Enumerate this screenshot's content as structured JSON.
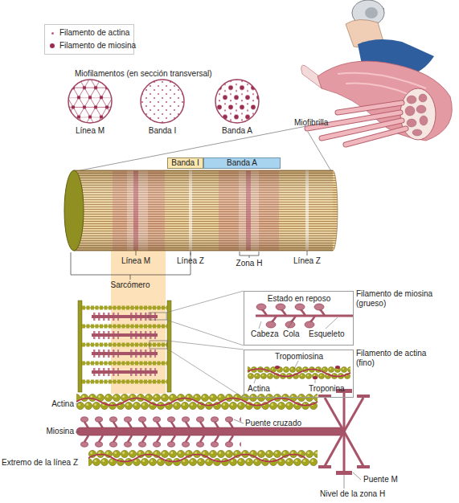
{
  "diagram": {
    "nodes": [
      {
        "text": [
          "Banda I"
        ]
      },
      {
        "text": [
          "Banda A"
        ]
      },
      {
        "text": [
          "Estado en reposo",
          "Cabeza",
          "Cola",
          "Esqueleto"
        ]
      },
      {
        "text": [
          "Tropomiosina",
          "Actina",
          "Troponina"
        ]
      }
    ],
    "labels": [
      "Miofilamentos (en sección transversal)",
      "Línea M",
      "Banda I",
      "Banda A",
      "Miofibrilla",
      "Línea M",
      "Línea Z",
      "Zona H",
      "Línea Z",
      "Sarcómero",
      "Filamento de miosina (grueso)",
      "Filamento de actina (fino)",
      "Actina",
      "Miosina",
      "Puente cruzado",
      "Extremo de la línea Z",
      "Puente M",
      "Nivel de la zona H"
    ],
    "legend": [
      {
        "text": "Filamento de actina",
        "color": "#c0607e"
      },
      {
        "text": "Filamento de miosina",
        "color": "#9b2d4e"
      }
    ]
  }
}
